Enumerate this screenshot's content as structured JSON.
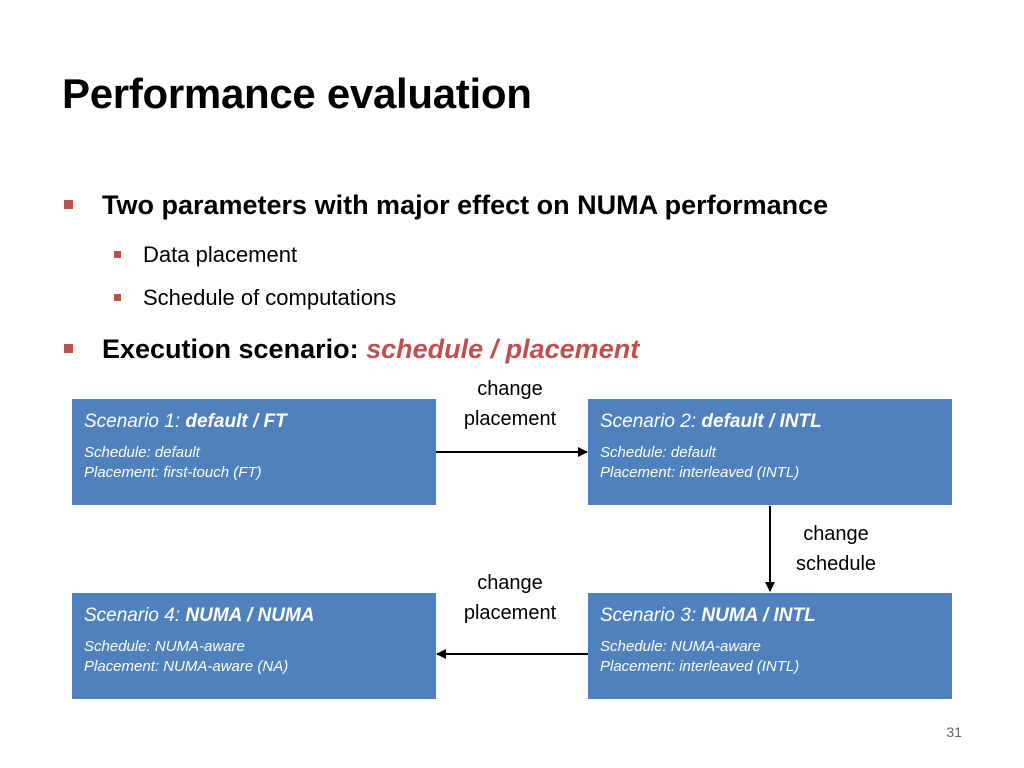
{
  "title": "Performance evaluation",
  "bullets": {
    "b1": "Two parameters with major effect on NUMA performance",
    "b1_sub1": "Data placement",
    "b1_sub2": "Schedule of computations",
    "b2_prefix": "Execution scenario: ",
    "b2_accent": "schedule / placement"
  },
  "scenarios": [
    {
      "label": "Scenario 1: ",
      "name": "default / FT",
      "schedule": "Schedule: default",
      "placement": "Placement: first-touch (FT)"
    },
    {
      "label": "Scenario 2: ",
      "name": "default / INTL",
      "schedule": "Schedule: default",
      "placement": "Placement: interleaved (INTL)"
    },
    {
      "label": "Scenario 3: ",
      "name": "NUMA / INTL",
      "schedule": "Schedule: NUMA-aware",
      "placement": "Placement: interleaved (INTL)"
    },
    {
      "label": "Scenario 4: ",
      "name": "NUMA / NUMA",
      "schedule": "Schedule: NUMA-aware",
      "placement": "Placement: NUMA-aware (NA)"
    }
  ],
  "edges": {
    "e12": {
      "line1": "change",
      "line2": "placement"
    },
    "e23": {
      "line1": "change",
      "line2": "schedule"
    },
    "e34": {
      "line1": "change",
      "line2": "placement"
    }
  },
  "colors": {
    "box": "#4f81bd",
    "accent": "#c0504d"
  },
  "page_number": "31"
}
